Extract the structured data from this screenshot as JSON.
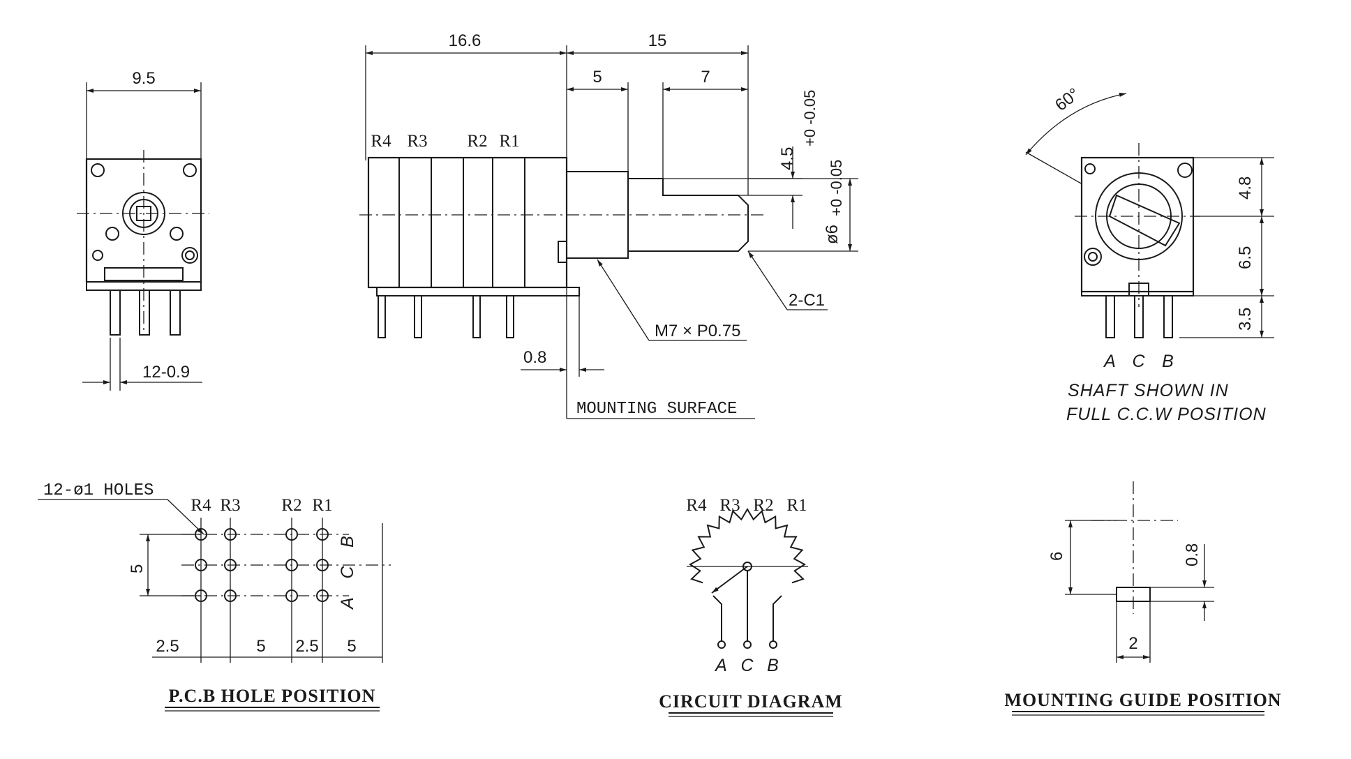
{
  "front_view": {
    "dim_width": "9.5",
    "dim_pin": "12-0.9"
  },
  "side_view": {
    "dim_body": "16.6",
    "dim_shaft": "15",
    "dim_bush": "5",
    "dim_flat": "7",
    "dim_flat_depth": "4.5",
    "dim_flat_tol": "+0 -0.05",
    "dim_diameter": "ø6",
    "dim_diameter_tol": "+0 -0.05",
    "label_r4": "R4",
    "label_r3": "R3",
    "label_r2": "R2",
    "label_r1": "R1",
    "thread": "M7 × P0.75",
    "chamfer": "2-C1",
    "dim_mount": "0.8",
    "mounting_surface": "MOUNTING SURFACE"
  },
  "rotation_view": {
    "angle": "60°",
    "dim_top": "4.8",
    "dim_mid": "6.5",
    "dim_bottom": "3.5",
    "pin_a": "A",
    "pin_c": "C",
    "pin_b": "B",
    "note_line1": "SHAFT SHOWN IN",
    "note_line2": "FULL C.C.W POSITION"
  },
  "pcb_view": {
    "holes": "12-ø1 HOLES",
    "label_r4": "R4",
    "label_r3": "R3",
    "label_r2": "R2",
    "label_r1": "R1",
    "row_b": "B",
    "row_c": "C",
    "row_a": "A",
    "dim_rows": "5",
    "dim_a": "2.5",
    "dim_b": "5",
    "dim_c": "2.5",
    "dim_d": "5",
    "title": "P.C.B HOLE POSITION"
  },
  "circuit_view": {
    "label_r4": "R4",
    "label_r3": "R3",
    "label_r2": "R2",
    "label_r1": "R1",
    "pin_a": "A",
    "pin_c": "C",
    "pin_b": "B",
    "title": "CIRCUIT DIAGRAM"
  },
  "guide_view": {
    "dim_height": "6",
    "dim_thick": "0.8",
    "dim_width": "2",
    "title": "MOUNTING GUIDE POSITION"
  }
}
